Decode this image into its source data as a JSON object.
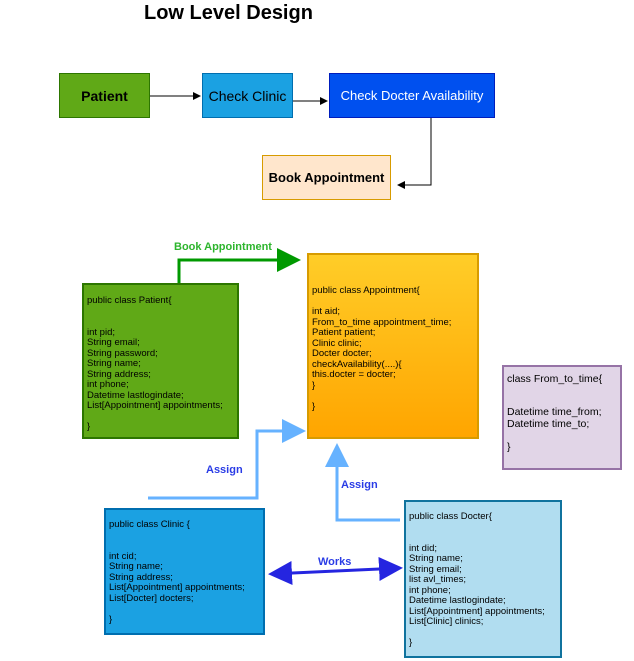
{
  "title": "Low Level Design",
  "flow": {
    "patient": "Patient",
    "check_clinic": "Check Clinic",
    "check_docter": "Check Docter Availability",
    "book": "Book Appointment"
  },
  "edge_labels": {
    "book_appointment": "Book Appointment",
    "assign_clinic": "Assign",
    "assign_docter": "Assign",
    "works": "Works"
  },
  "classes": {
    "patient": [
      "public class Patient{",
      "",
      "",
      "int pid;",
      "String email;",
      "String password;",
      "String name;",
      "String address;",
      "int phone;",
      "Datetime lastlogindate;",
      "List[Appointment] appointments;",
      "",
      "}"
    ],
    "appointment": [
      "public class Appointment{",
      "",
      "int aid;",
      "From_to_time appointment_time;",
      "Patient patient;",
      "Clinic clinic;",
      "Docter docter;",
      "checkAvailability(....){",
      "this.docter = docter;",
      "}",
      "",
      "}"
    ],
    "from_to_time": [
      "class From_to_time{",
      "",
      "",
      "Datetime time_from;",
      "Datetime time_to;",
      "",
      "}"
    ],
    "clinic": [
      "public class Clinic {",
      "",
      "",
      "int cid;",
      "String name;",
      "String address;",
      "List[Appointment] appointments;",
      "List[Docter] docters;",
      "",
      "}"
    ],
    "docter": [
      "public class Docter{",
      "",
      "",
      "int did;",
      "String name;",
      "String email;",
      "list avl_times;",
      "int phone;",
      "Datetime lastlogindate;",
      "List[Appointment] appointments;",
      "List[Clinic] clinics;",
      "",
      "}"
    ]
  },
  "colors": {
    "patient_fill": "#60a917",
    "patient_stroke": "#2d7600",
    "clinic_fill": "#1ba1e2",
    "clinic_stroke": "#006eaf",
    "docter_fill": "#0050ef",
    "docter_stroke": "#001dbc",
    "book_fill": "#ffe6cc",
    "book_stroke": "#d79b00",
    "appointment_fill": "#ffcd28",
    "appointment_stroke": "#d79b00",
    "from_to_fill": "#e1d5e7",
    "from_to_stroke": "#9673a6",
    "docter_class_fill": "#b1ddf0",
    "docter_class_stroke": "#10739e",
    "green_edge": "#009900",
    "assign_edge": "#66b2ff",
    "works_edge": "#2525e0"
  }
}
